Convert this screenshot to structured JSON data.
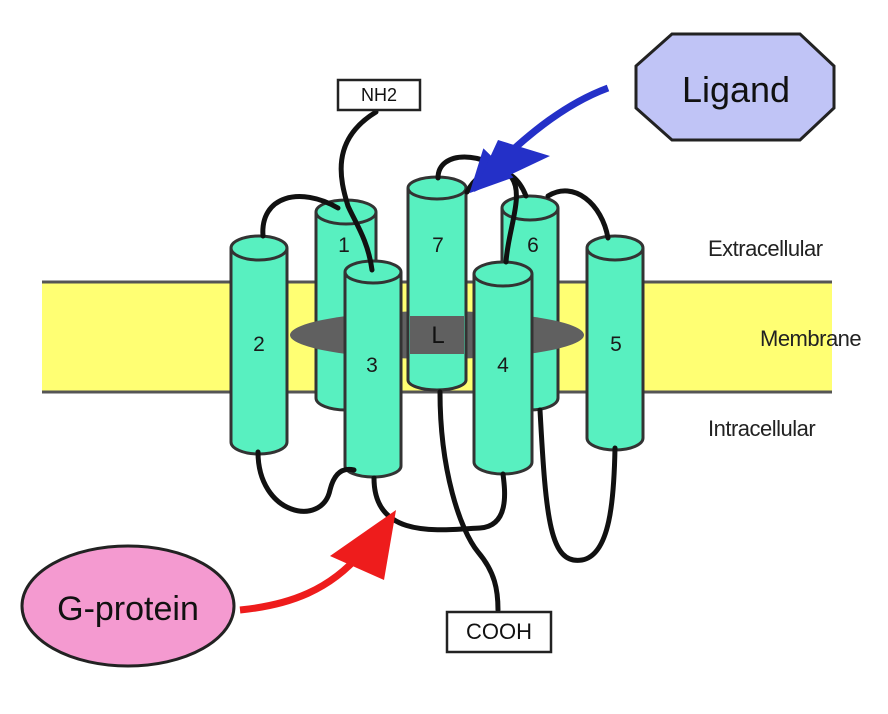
{
  "terminals": {
    "n_term": "NH2",
    "c_term": "COOH"
  },
  "regions": {
    "extracellular": "Extracellular",
    "membrane": "Membrane",
    "intracellular": "Intracellular"
  },
  "ligand": {
    "label": "Ligand",
    "binding_site": "L",
    "color": "#c0c4f6",
    "arrow_color": "#2430c8"
  },
  "g_protein": {
    "label": "G-protein",
    "color": "#f49ad0",
    "arrow_color": "#ee1c1c"
  },
  "helices": {
    "h1": "1",
    "h2": "2",
    "h3": "3",
    "h4": "4",
    "h5": "5",
    "h6": "6",
    "h7": "7"
  },
  "colors": {
    "helix": "#58f0c0",
    "membrane": "#ffff73",
    "binding_pocket": "#606060"
  }
}
